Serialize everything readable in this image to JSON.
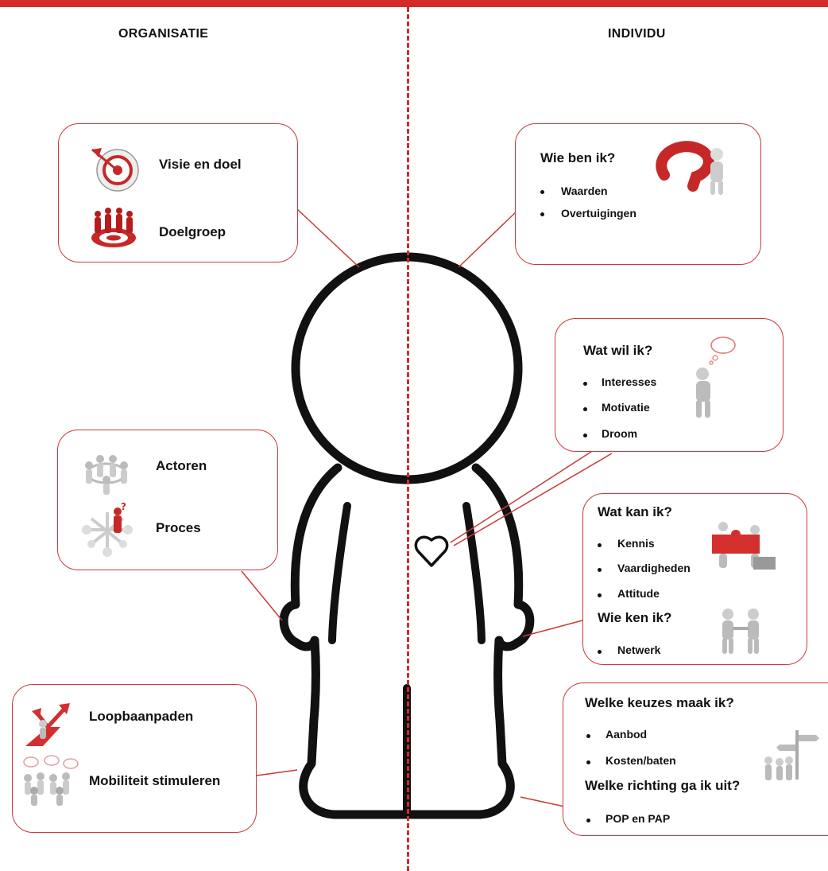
{
  "colors": {
    "accent": "#d42a2a",
    "bubble_border": "#c9393a",
    "figure": "#111111"
  },
  "headings": {
    "left": "ORGANISATIE",
    "right": "INDIVIDU"
  },
  "organisatie": {
    "visie": {
      "label": "Visie en doel",
      "icon": "target-icon"
    },
    "doelgroep": {
      "label": "Doelgroep",
      "icon": "target-group-icon"
    },
    "actoren": {
      "label": "Actoren",
      "icon": "people-circle-icon"
    },
    "proces": {
      "label": "Proces",
      "icon": "process-network-icon"
    },
    "loopbaanpaden": {
      "label": "Loopbaanpaden",
      "icon": "career-path-icon"
    },
    "mobiliteit": {
      "label": "Mobiliteit stimuleren",
      "icon": "talking-group-icon"
    }
  },
  "individu": {
    "wie_ben_ik": {
      "title": "Wie ben ik?",
      "items": [
        "Waarden",
        "Overtuigingen"
      ],
      "icon": "question-mark-figure-icon"
    },
    "wat_wil_ik": {
      "title": "Wat wil ik?",
      "items": [
        "Interesses",
        "Motivatie",
        "Droom"
      ],
      "icon": "thinking-figure-icon"
    },
    "wat_kan_ik": {
      "title": "Wat kan ik?",
      "items": [
        "Kennis",
        "Vaardigheden",
        "Attitude"
      ],
      "icon": "puzzle-figures-icon"
    },
    "wie_ken_ik": {
      "title": "Wie ken ik?",
      "items": [
        "Netwerk"
      ],
      "icon": "handshake-figures-icon"
    },
    "keuzes": {
      "title": "Welke keuzes maak ik?",
      "items": [
        "Aanbod",
        "Kosten/baten"
      ],
      "icon": "signpost-figures-icon"
    },
    "richting": {
      "title": "Welke richting ga ik uit?",
      "items": [
        "POP en PAP"
      ]
    }
  }
}
